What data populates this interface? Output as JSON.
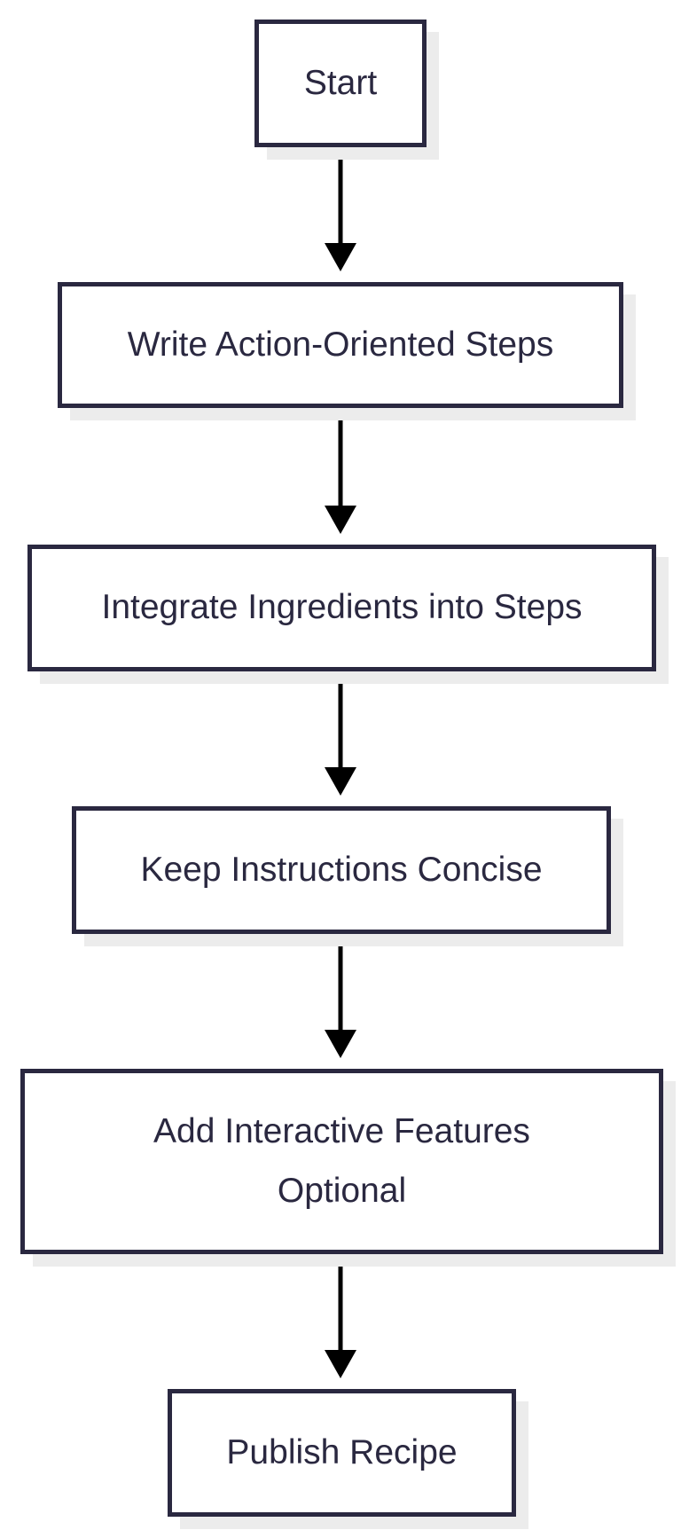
{
  "diagram": {
    "type": "flowchart",
    "direction": "top-to-bottom",
    "nodes": [
      {
        "id": "start",
        "label": "Start"
      },
      {
        "id": "write",
        "label": "Write Action-Oriented Steps"
      },
      {
        "id": "integrate",
        "label": "Integrate Ingredients into Steps"
      },
      {
        "id": "keep",
        "label": "Keep Instructions Concise"
      },
      {
        "id": "add",
        "label": "Add Interactive Features\nOptional"
      },
      {
        "id": "publish",
        "label": "Publish Recipe"
      }
    ],
    "edges": [
      {
        "from": "start",
        "to": "write"
      },
      {
        "from": "write",
        "to": "integrate"
      },
      {
        "from": "integrate",
        "to": "keep"
      },
      {
        "from": "keep",
        "to": "add"
      },
      {
        "from": "add",
        "to": "publish"
      }
    ],
    "colors": {
      "border": "#2a2840",
      "text": "#2a2840",
      "arrow": "#000000",
      "shadow": "#ececec",
      "background": "#ffffff"
    }
  }
}
